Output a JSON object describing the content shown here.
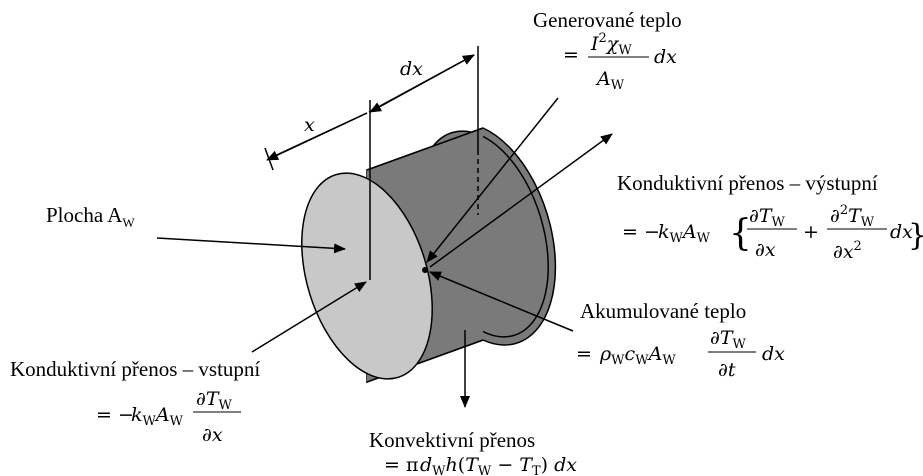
{
  "labels": {
    "generated_heat": "Generované teplo",
    "dx": "dx",
    "x": "x",
    "area": "Plocha A",
    "area_sub": "W",
    "conduction_out": "Konduktivní přenos – výstupní",
    "accumulated_heat": "Akumulované teplo",
    "conduction_in": "Konduktivní přenos – vstupní",
    "convection": "Konvektivní přenos"
  },
  "equations": {
    "generated_heat": "= I²χW/AW dx",
    "conduction_out": "= −kWAW{∂TW/∂x + ∂²TW/∂x² dx}",
    "accumulated_heat": "= ρWcWAW ∂TW/∂t dx",
    "conduction_in": "= −kWAW ∂TW/∂x",
    "convection": "= πdWh(TW − TT) dx"
  },
  "colors": {
    "end_face": "#c8c8c8",
    "body": "#7a7a7a",
    "top_edge": "#8a8a8a"
  }
}
